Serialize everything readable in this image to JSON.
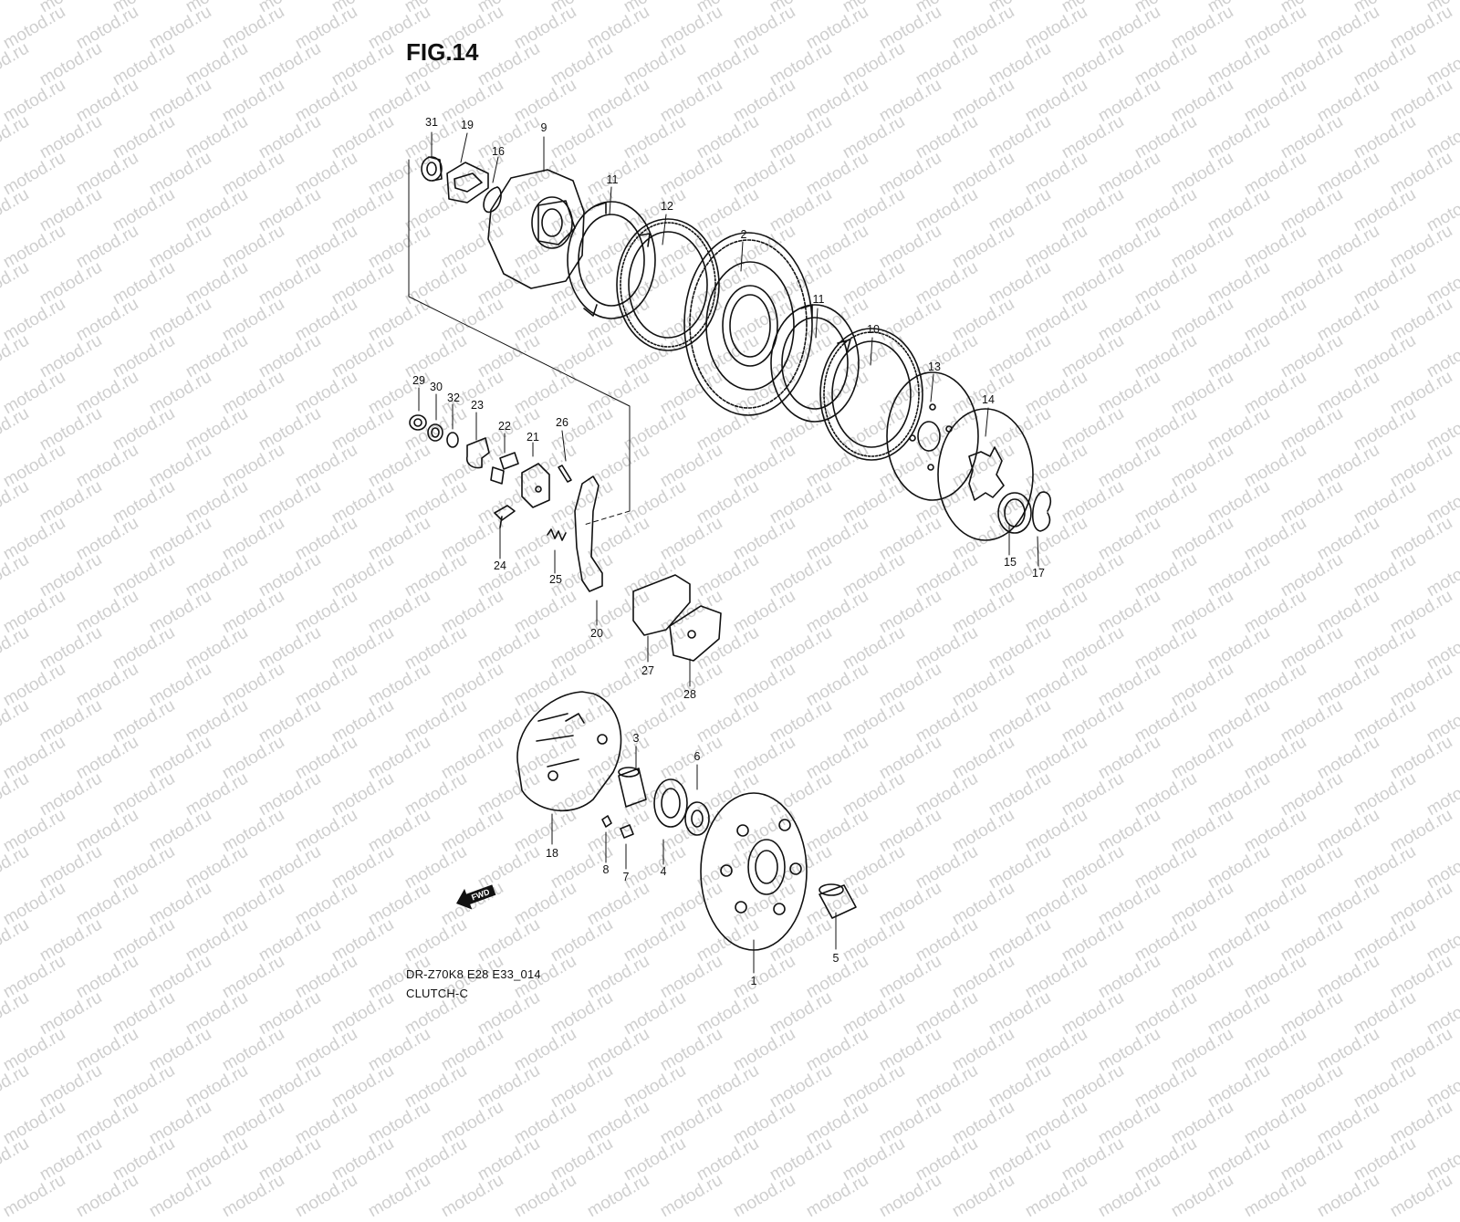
{
  "figure": {
    "title": "FIG.14"
  },
  "watermark": {
    "text": "motod.ru",
    "color": "#cfcfcf"
  },
  "footer": {
    "model": "DR-Z70K8 E28 E33_014",
    "section": "CLUTCH-C"
  },
  "direction_arrow": {
    "label": "FWD"
  },
  "callouts": [
    {
      "id": "c31",
      "num": "31"
    },
    {
      "id": "c19",
      "num": "19"
    },
    {
      "id": "c16",
      "num": "16"
    },
    {
      "id": "c9",
      "num": "9"
    },
    {
      "id": "c11a",
      "num": "11"
    },
    {
      "id": "c12",
      "num": "12"
    },
    {
      "id": "c2",
      "num": "2"
    },
    {
      "id": "c11b",
      "num": "11"
    },
    {
      "id": "c10",
      "num": "10"
    },
    {
      "id": "c13",
      "num": "13"
    },
    {
      "id": "c14",
      "num": "14"
    },
    {
      "id": "c15",
      "num": "15"
    },
    {
      "id": "c17",
      "num": "17"
    },
    {
      "id": "c29",
      "num": "29"
    },
    {
      "id": "c30",
      "num": "30"
    },
    {
      "id": "c32",
      "num": "32"
    },
    {
      "id": "c23",
      "num": "23"
    },
    {
      "id": "c22",
      "num": "22"
    },
    {
      "id": "c21",
      "num": "21"
    },
    {
      "id": "c26",
      "num": "26"
    },
    {
      "id": "c24",
      "num": "24"
    },
    {
      "id": "c25",
      "num": "25"
    },
    {
      "id": "c20",
      "num": "20"
    },
    {
      "id": "c27",
      "num": "27"
    },
    {
      "id": "c28",
      "num": "28"
    },
    {
      "id": "c3",
      "num": "3"
    },
    {
      "id": "c6",
      "num": "6"
    },
    {
      "id": "c18",
      "num": "18"
    },
    {
      "id": "c8",
      "num": "8"
    },
    {
      "id": "c7",
      "num": "7"
    },
    {
      "id": "c4",
      "num": "4"
    },
    {
      "id": "c1",
      "num": "1"
    },
    {
      "id": "c5",
      "num": "5"
    }
  ]
}
